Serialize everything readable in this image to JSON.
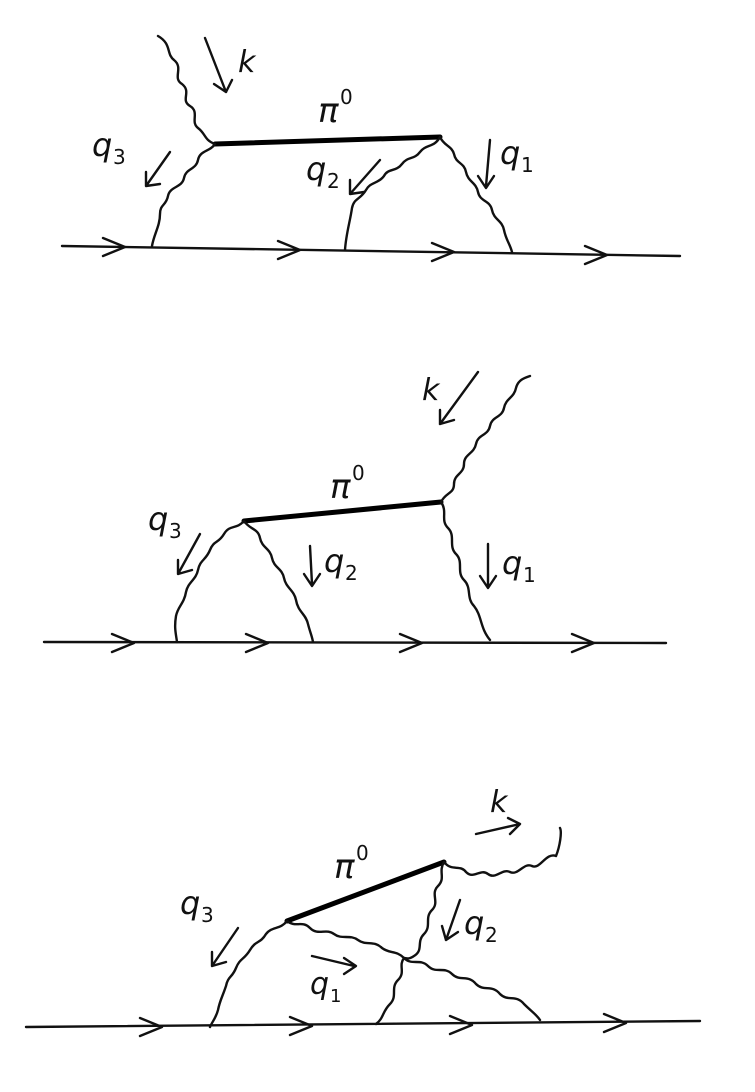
{
  "diagrams": [
    {
      "pion": "π",
      "pion_sup": "0",
      "photon_labels": [
        "k",
        "q",
        "q",
        "q"
      ],
      "photon_subs": [
        "",
        "3",
        "2",
        "1"
      ]
    },
    {
      "pion": "π",
      "pion_sup": "0",
      "photon_labels": [
        "k",
        "q",
        "q",
        "q"
      ],
      "photon_subs": [
        "",
        "3",
        "2",
        "1"
      ]
    },
    {
      "pion": "π",
      "pion_sup": "0",
      "photon_labels": [
        "k",
        "q",
        "q",
        "q"
      ],
      "photon_subs": [
        "",
        "3",
        "1",
        "2"
      ]
    }
  ]
}
